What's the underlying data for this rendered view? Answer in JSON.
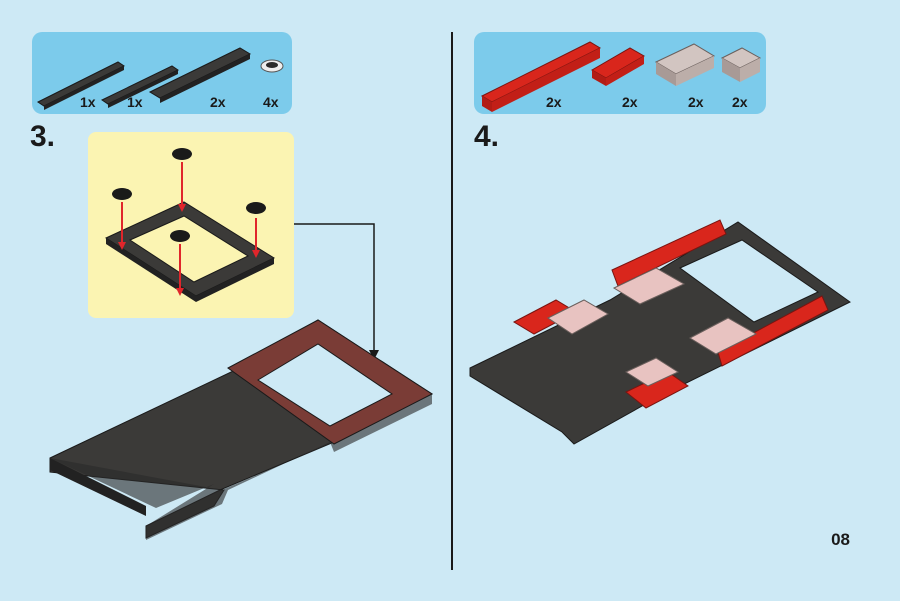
{
  "page_number": "08",
  "steps": [
    {
      "number": "3.",
      "parts": [
        {
          "name": "dark gray plate 1x10",
          "qty": "1x",
          "color": "#3b3a38"
        },
        {
          "name": "dark gray plate 1x8",
          "qty": "1x",
          "color": "#3b3a38"
        },
        {
          "name": "dark gray plate 2x8",
          "qty": "2x",
          "color": "#3b3a38"
        },
        {
          "name": "round tile 1x1",
          "qty": "4x",
          "color": "#2b2b2b"
        }
      ]
    },
    {
      "number": "4.",
      "parts": [
        {
          "name": "red plate 1x10",
          "qty": "2x",
          "color": "#d9261c"
        },
        {
          "name": "red slope 2x4",
          "qty": "2x",
          "color": "#d9261c"
        },
        {
          "name": "light gray plate 2x4",
          "qty": "2x",
          "color": "#b9aaa6"
        },
        {
          "name": "light gray brick 2x2",
          "qty": "2x",
          "color": "#b9aaa6"
        }
      ]
    }
  ],
  "colors": {
    "background": "#cde9f5",
    "parts_panel": "#7ccbeb",
    "callout": "#fbf4b2",
    "plate_dark": "#3b3a38",
    "red": "#d9261c",
    "light_gray": "#b9aaa6",
    "arrow_red": "#e0262b"
  }
}
